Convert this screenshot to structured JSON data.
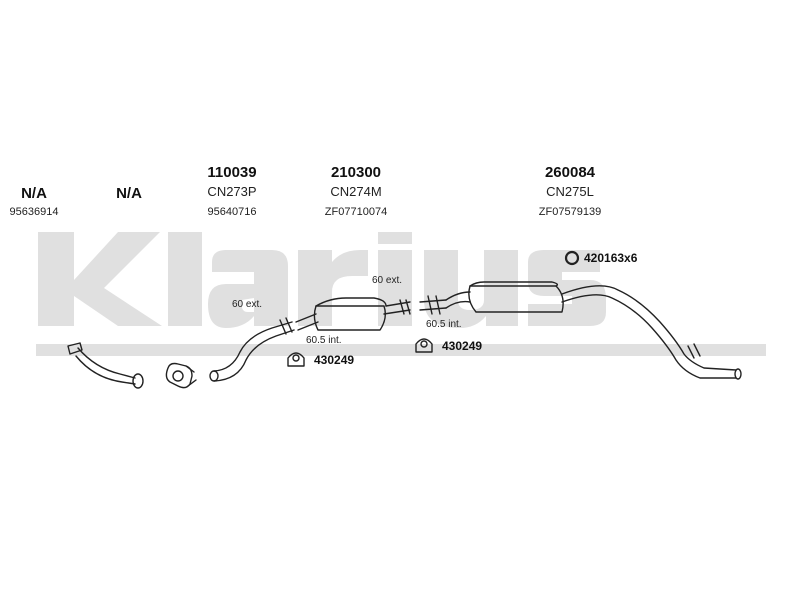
{
  "watermark": {
    "text": "Klarius",
    "color": "#e0e0e0"
  },
  "parts": [
    {
      "part_number": "N/A",
      "code": "",
      "reference": "95636914"
    },
    {
      "part_number": "N/A",
      "code": "",
      "reference": ""
    },
    {
      "part_number": "110039",
      "code": "CN273P",
      "reference": "95640716"
    },
    {
      "part_number": "210300",
      "code": "CN274M",
      "reference": "ZF07710074"
    },
    {
      "part_number": "260084",
      "code": "CN275L",
      "reference": "ZF07579139"
    }
  ],
  "notes": {
    "ext_left": "60 ext.",
    "int_left": "60.5 int.",
    "ext_mid": "60 ext.",
    "int_mid": "60.5 int."
  },
  "clamps": {
    "clamp_a": "430249",
    "clamp_b": "430249",
    "ring": "420163x6"
  },
  "colors": {
    "line": "#222222",
    "watermark": "#e0e0e0"
  }
}
